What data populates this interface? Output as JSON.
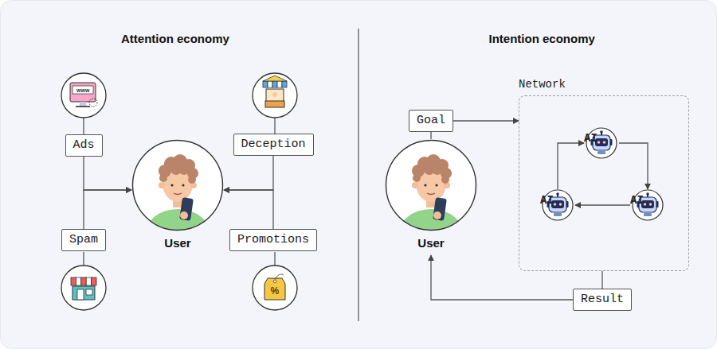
{
  "diagram": {
    "nodes": [
      {
        "text": [
          "Ads"
        ]
      },
      {
        "text": [
          "Deception"
        ]
      },
      {
        "text": [
          "User"
        ]
      },
      {
        "text": [
          "Spam"
        ]
      },
      {
        "text": [
          "Promotions"
        ]
      },
      {
        "text": [
          "Goal"
        ]
      },
      {
        "text": [
          "User"
        ]
      },
      {
        "text": [
          "Network"
        ]
      },
      {
        "text": [
          "AI"
        ],
        "in": 7
      },
      {
        "text": [
          "AI"
        ],
        "in": 7
      },
      {
        "text": [
          "AI"
        ],
        "in": 7
      },
      {
        "text": [
          "Result"
        ]
      }
    ],
    "edges": [
      {
        "from": 0,
        "to": 2,
        "arrow": "to"
      },
      {
        "from": 3,
        "to": 2,
        "arrow": "to"
      },
      {
        "from": 1,
        "to": 2,
        "arrow": "to"
      },
      {
        "from": 4,
        "to": 2,
        "arrow": "to"
      },
      {
        "from": 6,
        "to": 5,
        "arrow": "none"
      },
      {
        "from": 5,
        "to": 7,
        "arrow": "to"
      },
      {
        "from": 7,
        "to": 11,
        "arrow": "none"
      },
      {
        "from": 11,
        "to": 6,
        "arrow": "to"
      },
      {
        "from": 8,
        "to": 10,
        "arrow": "to"
      },
      {
        "from": 10,
        "to": 9,
        "arrow": "to"
      },
      {
        "from": 9,
        "to": 8,
        "arrow": "to"
      }
    ],
    "labels": [
      "Attention economy",
      "Intention economy",
      "www",
      "%"
    ]
  }
}
